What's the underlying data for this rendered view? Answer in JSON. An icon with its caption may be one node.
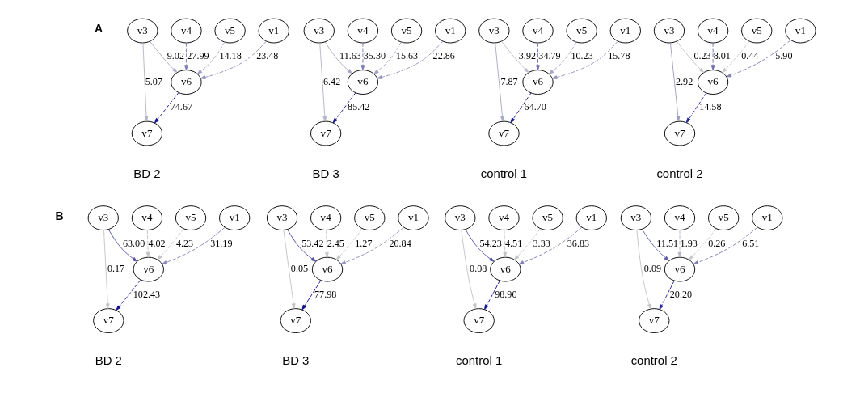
{
  "diagram": {
    "nodes": [
      {
        "text": [
          "v3"
        ]
      },
      {
        "text": [
          "v4"
        ]
      },
      {
        "text": [
          "v5"
        ]
      },
      {
        "text": [
          "v1"
        ]
      },
      {
        "text": [
          "v6"
        ]
      },
      {
        "text": [
          "v7"
        ]
      },
      {
        "text": [
          "v3"
        ]
      },
      {
        "text": [
          "v4"
        ]
      },
      {
        "text": [
          "v5"
        ]
      },
      {
        "text": [
          "v1"
        ]
      },
      {
        "text": [
          "v6"
        ]
      },
      {
        "text": [
          "v7"
        ]
      },
      {
        "text": [
          "v3"
        ]
      },
      {
        "text": [
          "v4"
        ]
      },
      {
        "text": [
          "v5"
        ]
      },
      {
        "text": [
          "v1"
        ]
      },
      {
        "text": [
          "v6"
        ]
      },
      {
        "text": [
          "v7"
        ]
      },
      {
        "text": [
          "v3"
        ]
      },
      {
        "text": [
          "v4"
        ]
      },
      {
        "text": [
          "v5"
        ]
      },
      {
        "text": [
          "v1"
        ]
      },
      {
        "text": [
          "v6"
        ]
      },
      {
        "text": [
          "v7"
        ]
      },
      {
        "text": [
          "v3"
        ]
      },
      {
        "text": [
          "v4"
        ]
      },
      {
        "text": [
          "v5"
        ]
      },
      {
        "text": [
          "v1"
        ]
      },
      {
        "text": [
          "v6"
        ]
      },
      {
        "text": [
          "v7"
        ]
      },
      {
        "text": [
          "v3"
        ]
      },
      {
        "text": [
          "v4"
        ]
      },
      {
        "text": [
          "v5"
        ]
      },
      {
        "text": [
          "v1"
        ]
      },
      {
        "text": [
          "v6"
        ]
      },
      {
        "text": [
          "v7"
        ]
      },
      {
        "text": [
          "v3"
        ]
      },
      {
        "text": [
          "v4"
        ]
      },
      {
        "text": [
          "v5"
        ]
      },
      {
        "text": [
          "v1"
        ]
      },
      {
        "text": [
          "v6"
        ]
      },
      {
        "text": [
          "v7"
        ]
      },
      {
        "text": [
          "v3"
        ]
      },
      {
        "text": [
          "v4"
        ]
      },
      {
        "text": [
          "v5"
        ]
      },
      {
        "text": [
          "v1"
        ]
      },
      {
        "text": [
          "v6"
        ]
      },
      {
        "text": [
          "v7"
        ]
      }
    ],
    "edges": [
      {
        "from": 0,
        "to": 5,
        "arrow": "to",
        "label": "5.07",
        "color": "#b4b4c8"
      },
      {
        "from": 0,
        "to": 4,
        "arrow": "to",
        "label": "9.02",
        "color": "#a8a8c4"
      },
      {
        "from": 1,
        "to": 4,
        "arrow": "to",
        "label": "27.99",
        "style": "dashed",
        "color": "#7c7cb4"
      },
      {
        "from": 2,
        "to": 4,
        "arrow": "to",
        "label": "14.18",
        "style": "dashed",
        "color": "#a0a0c4"
      },
      {
        "from": 3,
        "to": 4,
        "arrow": "to",
        "label": "23.48",
        "style": "dashed",
        "color": "#9090bc"
      },
      {
        "from": 4,
        "to": 5,
        "arrow": "to",
        "label": "74.67",
        "style": "dashed",
        "color": "#101090"
      },
      {
        "from": 6,
        "to": 11,
        "arrow": "to",
        "label": "6.42",
        "color": "#b4b4c8"
      },
      {
        "from": 6,
        "to": 10,
        "arrow": "to",
        "label": "11.63",
        "color": "#a8a8c4"
      },
      {
        "from": 7,
        "to": 10,
        "arrow": "to",
        "label": "35.30",
        "style": "dashed",
        "color": "#7c7cb4"
      },
      {
        "from": 8,
        "to": 10,
        "arrow": "to",
        "label": "15.63",
        "style": "dashed",
        "color": "#a0a0c4"
      },
      {
        "from": 9,
        "to": 10,
        "arrow": "to",
        "label": "22.86",
        "style": "dashed",
        "color": "#9494bc"
      },
      {
        "from": 10,
        "to": 11,
        "arrow": "to",
        "label": "85.42",
        "style": "dashed",
        "color": "#101090"
      },
      {
        "from": 12,
        "to": 17,
        "arrow": "to",
        "label": "7.87",
        "color": "#a8a8c4"
      },
      {
        "from": 12,
        "to": 16,
        "arrow": "to",
        "label": "3.92",
        "color": "#bcbcc8"
      },
      {
        "from": 13,
        "to": 16,
        "arrow": "to",
        "label": "34.79",
        "style": "dashed",
        "color": "#7070b0"
      },
      {
        "from": 14,
        "to": 16,
        "arrow": "to",
        "label": "10.23",
        "style": "dashed",
        "color": "#a8a8c4"
      },
      {
        "from": 15,
        "to": 16,
        "arrow": "to",
        "label": "15.78",
        "style": "dashed",
        "color": "#9494bc"
      },
      {
        "from": 16,
        "to": 17,
        "arrow": "to",
        "label": "64.70",
        "style": "dashed",
        "color": "#101090"
      },
      {
        "from": 18,
        "to": 23,
        "arrow": "to",
        "label": "2.92",
        "color": "#9c9cbc"
      },
      {
        "from": 18,
        "to": 22,
        "arrow": "to",
        "label": "0.23",
        "color": "#c4c4c4"
      },
      {
        "from": 19,
        "to": 22,
        "arrow": "to",
        "label": "8.01",
        "style": "dashed",
        "color": "#7070b0"
      },
      {
        "from": 20,
        "to": 22,
        "arrow": "to",
        "label": "0.44",
        "style": "dashed",
        "color": "#c8c8c8"
      },
      {
        "from": 21,
        "to": 22,
        "arrow": "to",
        "label": "5.90",
        "style": "dashed",
        "color": "#8080b4"
      },
      {
        "from": 22,
        "to": 23,
        "arrow": "to",
        "label": "14.58",
        "style": "dashed",
        "color": "#2020a0"
      },
      {
        "from": 24,
        "to": 29,
        "arrow": "to",
        "label": "0.17",
        "color": "#c4c4c4"
      },
      {
        "from": 24,
        "to": 28,
        "arrow": "to",
        "label": "63.00",
        "color": "#5050a8"
      },
      {
        "from": 25,
        "to": 28,
        "arrow": "to",
        "label": "4.02",
        "style": "dashed",
        "color": "#c4c4c4"
      },
      {
        "from": 26,
        "to": 28,
        "arrow": "to",
        "label": "4.23",
        "style": "dashed",
        "color": "#c4c4c4"
      },
      {
        "from": 27,
        "to": 28,
        "arrow": "to",
        "label": "31.19",
        "style": "dashed",
        "color": "#8888bc"
      },
      {
        "from": 28,
        "to": 29,
        "arrow": "to",
        "label": "102.43",
        "style": "dashed",
        "color": "#101090"
      },
      {
        "from": 30,
        "to": 35,
        "arrow": "to",
        "label": "0.05",
        "color": "#c4c4c4"
      },
      {
        "from": 30,
        "to": 34,
        "arrow": "to",
        "label": "53.42",
        "color": "#5050a8"
      },
      {
        "from": 31,
        "to": 34,
        "arrow": "to",
        "label": "2.45",
        "style": "dashed",
        "color": "#c8c8c8"
      },
      {
        "from": 32,
        "to": 34,
        "arrow": "to",
        "label": "1.27",
        "style": "dashed",
        "color": "#c8c8c8"
      },
      {
        "from": 33,
        "to": 34,
        "arrow": "to",
        "label": "20.84",
        "style": "dashed",
        "color": "#9090bc"
      },
      {
        "from": 34,
        "to": 35,
        "arrow": "to",
        "label": "77.98",
        "style": "dashed",
        "color": "#101090"
      },
      {
        "from": 36,
        "to": 41,
        "arrow": "to",
        "label": "0.08",
        "color": "#c4c4c4"
      },
      {
        "from": 36,
        "to": 40,
        "arrow": "to",
        "label": "54.23",
        "color": "#5858a8"
      },
      {
        "from": 37,
        "to": 40,
        "arrow": "to",
        "label": "4.51",
        "style": "dashed",
        "color": "#c4c4c4"
      },
      {
        "from": 38,
        "to": 40,
        "arrow": "to",
        "label": "3.33",
        "style": "dashed",
        "color": "#c4c4c4"
      },
      {
        "from": 39,
        "to": 40,
        "arrow": "to",
        "label": "36.83",
        "style": "dashed",
        "color": "#8080b8"
      },
      {
        "from": 40,
        "to": 41,
        "arrow": "to",
        "label": "98.90",
        "style": "dashed",
        "color": "#101090"
      },
      {
        "from": 42,
        "to": 47,
        "arrow": "to",
        "label": "0.09",
        "color": "#c4c4c4"
      },
      {
        "from": 42,
        "to": 46,
        "arrow": "to",
        "label": "11.51",
        "color": "#6060a8"
      },
      {
        "from": 43,
        "to": 46,
        "arrow": "to",
        "label": "1.93",
        "style": "dashed",
        "color": "#b8b8c8"
      },
      {
        "from": 44,
        "to": 46,
        "arrow": "to",
        "label": "0.26",
        "style": "dashed",
        "color": "#c8c8c8"
      },
      {
        "from": 45,
        "to": 46,
        "arrow": "to",
        "label": "6.51",
        "style": "dashed",
        "color": "#8080b8"
      },
      {
        "from": 46,
        "to": 47,
        "arrow": "to",
        "label": "20.20",
        "style": "dashed",
        "color": "#2020a0"
      }
    ],
    "labels": [
      "A",
      "BD 2",
      "BD 3",
      "control 1",
      "control 2",
      "B",
      "BD 2",
      "BD 3",
      "control 1",
      "control 2"
    ]
  }
}
